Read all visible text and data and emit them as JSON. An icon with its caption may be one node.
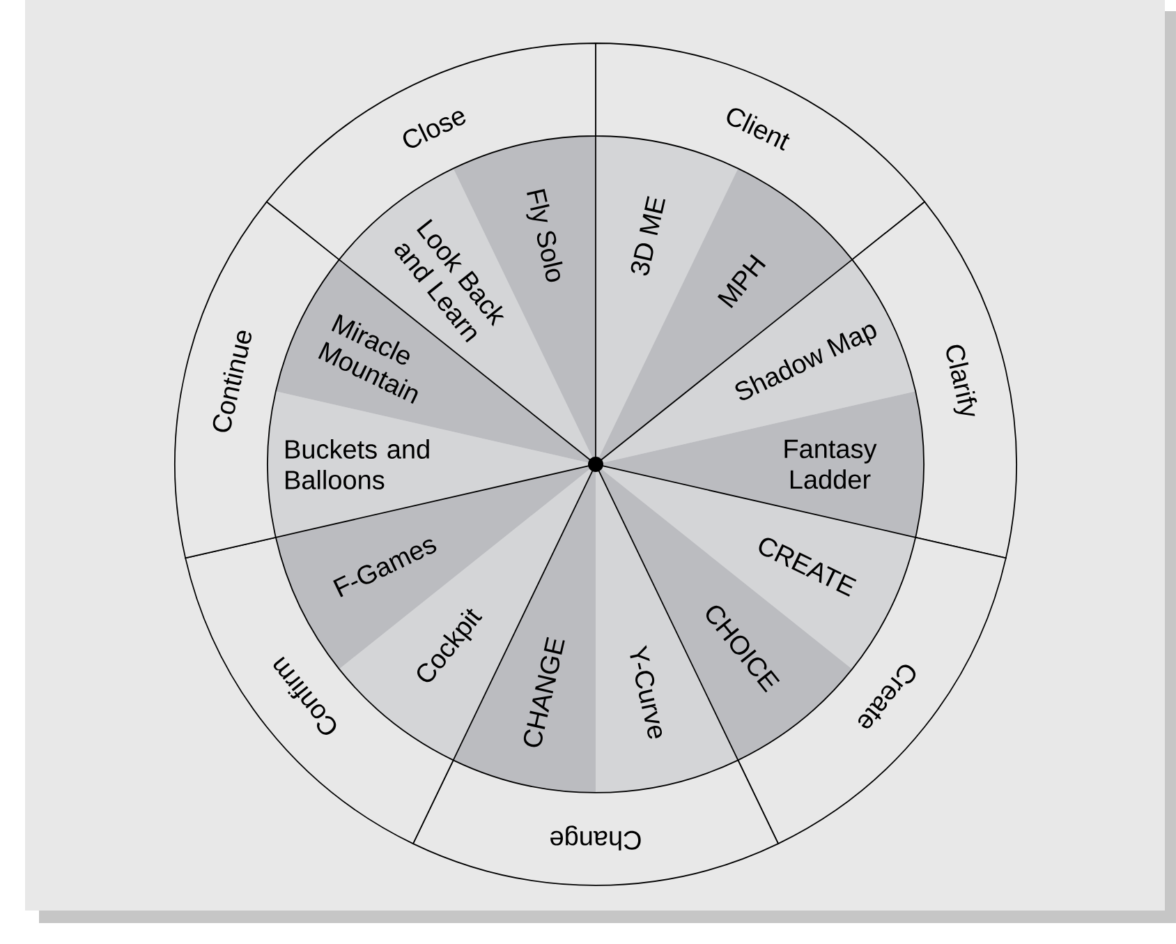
{
  "diagram": {
    "nodes": [
      {
        "text": [
          "Client"
        ]
      },
      {
        "text": [
          "Clarify"
        ]
      },
      {
        "text": [
          "Create"
        ]
      },
      {
        "text": [
          "Change"
        ]
      },
      {
        "text": [
          "Confirm"
        ]
      },
      {
        "text": [
          "Continue"
        ]
      },
      {
        "text": [
          "Close"
        ]
      },
      {
        "text": [
          "3D ME"
        ]
      },
      {
        "text": [
          "MPH"
        ]
      },
      {
        "text": [
          "Shadow Map"
        ]
      },
      {
        "text": [
          "Fantasy Ladder"
        ]
      },
      {
        "text": [
          "CREATE"
        ]
      },
      {
        "text": [
          "CHOICE"
        ]
      },
      {
        "text": [
          "Y-Curve"
        ]
      },
      {
        "text": [
          "CHANGE"
        ]
      },
      {
        "text": [
          "Cockpit"
        ]
      },
      {
        "text": [
          "F-Games"
        ]
      },
      {
        "text": [
          "Buckets and Balloons"
        ]
      },
      {
        "text": [
          "Miracle Mountain"
        ]
      },
      {
        "text": [
          "Look Back and Learn"
        ]
      },
      {
        "text": [
          "Fly Solo"
        ]
      }
    ]
  }
}
